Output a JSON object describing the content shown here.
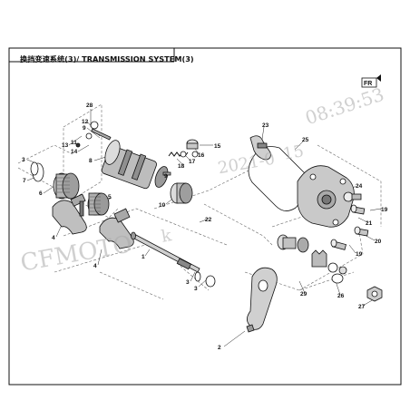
{
  "title": "换挡变速系统(3)/ TRANSMISSION SYSTEM(3)",
  "badge": "FR",
  "watermark": {
    "brand": "CFMOTO",
    "user": "k",
    "date_fragment": "2021-0",
    "date_fragment2": "15",
    "time": "08:39:53"
  },
  "callouts": {
    "c28": "28",
    "c12": "12",
    "c9a": "9",
    "c13": "13",
    "c11": "11",
    "c14": "14",
    "c8": "8",
    "c3a": "3",
    "c7": "7",
    "c6": "6",
    "c4a": "4",
    "c5": "5",
    "c4b": "4",
    "c23": "23",
    "c15": "15",
    "c16": "16",
    "c17": "17",
    "c18": "18",
    "c9b": "9",
    "c10": "10",
    "c25": "25",
    "c24": "24",
    "c19a": "19",
    "c21": "21",
    "c20": "20",
    "c22": "22",
    "c1": "1",
    "c19b": "19",
    "c3b": "3",
    "c3c": "3",
    "c29": "29",
    "c26": "26",
    "c27": "27",
    "c2": "2"
  }
}
